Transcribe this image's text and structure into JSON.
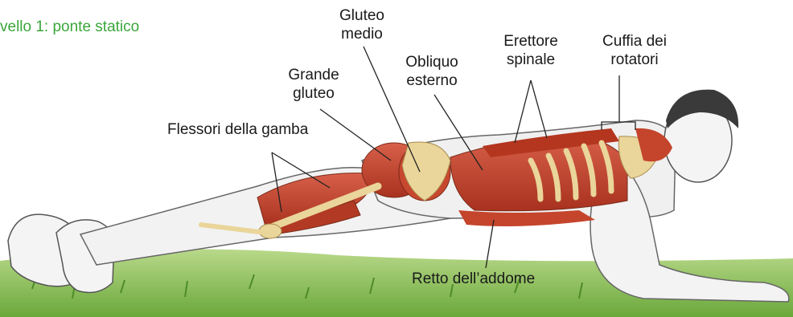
{
  "title": "vello 1: ponte statico",
  "labels": {
    "gluteo_medio": "Gluteo\nmedio",
    "grande_gluteo": "Grande\ngluteo",
    "obliquo_esterno": "Obliquo\nesterno",
    "erettore_spinale": "Erettore\nspinale",
    "cuffia_rotatori": "Cuffia dei\nrotatori",
    "flessori_gamba": "Flessori della gamba",
    "retto_addome": "Retto dell’addome"
  },
  "colors": {
    "title": "#3aa63a",
    "grass": "#7fb84a",
    "muscle": "#c4452c",
    "bone": "#ead59a",
    "skin": "#f1f1f1",
    "outline": "#3a3a3a"
  }
}
